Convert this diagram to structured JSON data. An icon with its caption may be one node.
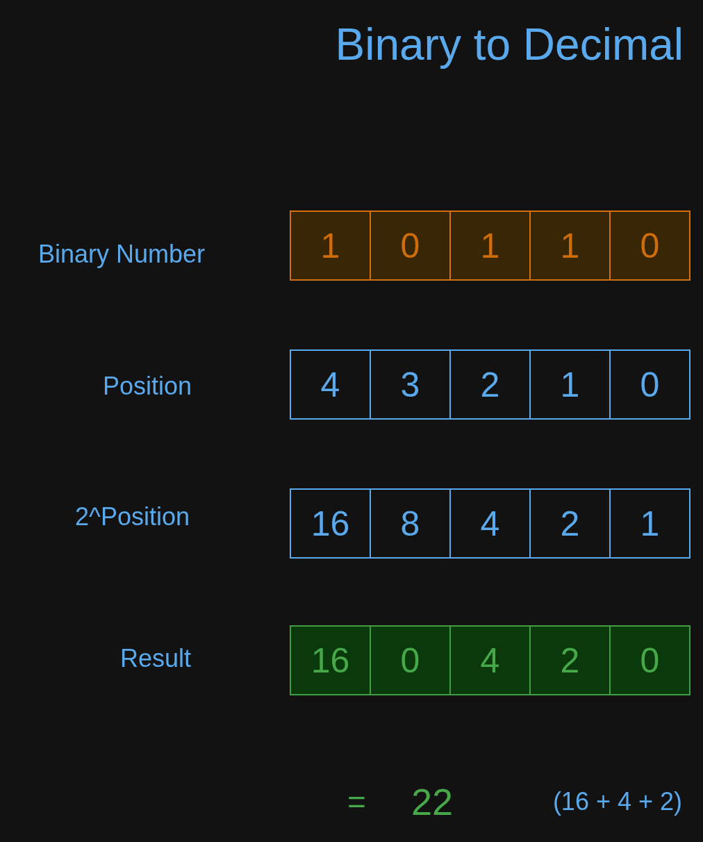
{
  "diagram": {
    "title": "Binary to Decimal",
    "nodes": [
      {
        "text": [
          "1"
        ]
      },
      {
        "text": [
          "0"
        ]
      },
      {
        "text": [
          "1"
        ]
      },
      {
        "text": [
          "1"
        ]
      },
      {
        "text": [
          "0"
        ]
      },
      {
        "text": [
          "4"
        ]
      },
      {
        "text": [
          "3"
        ]
      },
      {
        "text": [
          "2"
        ]
      },
      {
        "text": [
          "1"
        ]
      },
      {
        "text": [
          "0"
        ]
      },
      {
        "text": [
          "16"
        ]
      },
      {
        "text": [
          "8"
        ]
      },
      {
        "text": [
          "4"
        ]
      },
      {
        "text": [
          "2"
        ]
      },
      {
        "text": [
          "1"
        ]
      },
      {
        "text": [
          "16"
        ]
      },
      {
        "text": [
          "0"
        ]
      },
      {
        "text": [
          "4"
        ]
      },
      {
        "text": [
          "2"
        ]
      },
      {
        "text": [
          "0"
        ]
      }
    ],
    "labels": [
      "Binary Number",
      "Position",
      "2^Position",
      "Result",
      "=",
      "22",
      "(16 + 4 + 2)"
    ]
  }
}
